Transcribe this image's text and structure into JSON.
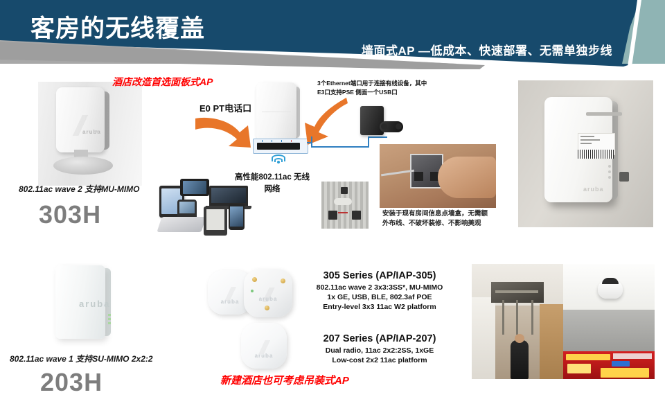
{
  "header": {
    "title": "客房的无线覆盖",
    "subtitle": "墙面式AP —低成本、快速部署、无需单独步线",
    "navy": "#174a6c",
    "teal": "#8fb4b4",
    "gray": "#a0a0a0"
  },
  "left_column": {
    "ap303": {
      "caption": "802.11ac wave 2 支持MU-MIMO",
      "model": "303H",
      "brand": "aruba"
    },
    "ap203": {
      "caption": "802.11ac wave 1 支持SU-MIMO 2x2:2",
      "model": "203H",
      "brand": "aruba"
    }
  },
  "diagram": {
    "red_note_top": "酒店改造首选面板式AP",
    "label_phone_port": "E0 PT电话口",
    "label_ethernet": "3个Ethernet端口用于连接有线设备，其中E3口支持PSE 侧面一个USB口",
    "label_wifi": "高性能802.11ac 无线网络",
    "arrow_color": "#e8762a",
    "link_color": "#2f7fc1"
  },
  "wall_photo": {
    "caption": "安装于现有房间信息点墙盒，无需额外布线、不破坏装修、不影响美观"
  },
  "series": [
    {
      "title": "305 Series (AP/IAP-305)",
      "lines": [
        "802.11ac wave 2 3x3:3SS*, MU-MIMO",
        "1x GE, USB, BLE, 802.3af POE",
        "Entry-level 3x3 11ac W2 platform"
      ]
    },
    {
      "title": "207 Series (AP/IAP-207)",
      "lines": [
        "Dual radio, 11ac 2x2:2SS, 1xGE",
        "Low-cost 2x2 11ac platform"
      ]
    }
  ],
  "footer": {
    "red_note": "新建酒店也可考虑吊装式AP"
  }
}
